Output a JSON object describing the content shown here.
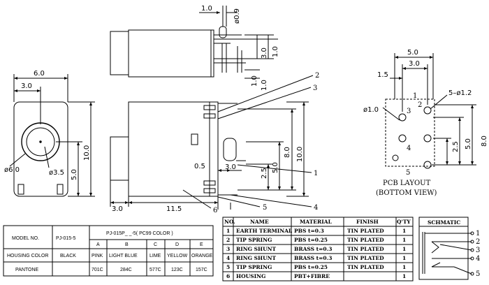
{
  "top_view": {
    "dims": {
      "d1_0": "1.0",
      "phi0_9": "ø0.9",
      "d3_0": "3.0",
      "d1_0b": "1.0",
      "d1_0c": "1.0",
      "d1_0d": "1.0"
    }
  },
  "front_view": {
    "dims": {
      "w6_0": "6.0",
      "d3_0": "3.0",
      "h10_0": "10.0",
      "h5_0": "5.0",
      "phi6_0": "ø6.0",
      "phi3_5": "ø3.5"
    }
  },
  "side_view": {
    "dims": {
      "h10_0": "10.0",
      "h8_0": "8.0",
      "h5_0": "5.0",
      "h2_5": "2.5",
      "d0_5": "0.5",
      "d3_0": "3.0",
      "d3_0b": "3.0",
      "d11_5": "11.5"
    },
    "callouts": [
      "1",
      "2",
      "3",
      "4",
      "5",
      "6"
    ]
  },
  "pcb_layout": {
    "title_line1": "PCB LAYOUT",
    "title_line2": "(BOTTOM VIEW)",
    "dims": {
      "w5_0": "5.0",
      "w3_0": "3.0",
      "w1_5": "1.5",
      "hole_big": "5–ø1.2",
      "hole_small": "ø1.0",
      "v2_5": "2.5",
      "v5_0": "5.0",
      "v8_0": "8.0"
    },
    "pins": [
      "1",
      "2",
      "3",
      "4",
      "5"
    ]
  },
  "color_table": {
    "model_header": "MODEL NO.",
    "model_value": "PJ-015-5",
    "variant_header": "PJ-015P_ _-5( PC99 COLOR )",
    "columns": [
      "A",
      "B",
      "C",
      "D",
      "E"
    ],
    "rows": [
      {
        "label": "HOUSING COLOR",
        "base": "BLACK",
        "values": [
          "PINK",
          "LIGHT BLUE",
          "LIME",
          "YELLOW",
          "ORANGE"
        ]
      },
      {
        "label": "PANTONE",
        "base": "",
        "values": [
          "701C",
          "284C",
          "577C",
          "123C",
          "157C"
        ]
      }
    ]
  },
  "bom_table": {
    "headers": [
      "NO.",
      "NAME",
      "MATERIAL",
      "FINISH",
      "Q'TY"
    ],
    "rows": [
      [
        "1",
        "EARTH TERMINAL",
        "PBS t=0.3",
        "TIN PLATED",
        "1"
      ],
      [
        "2",
        "TIP SPRING",
        "PBS t=0.25",
        "TIN PLATED",
        "1"
      ],
      [
        "3",
        "RING SHUNT",
        "BRASS t=0.3",
        "TIN PLATED",
        "1"
      ],
      [
        "4",
        "RING SHUNT",
        "BRASS t=0.3",
        "TIN PLATED",
        "1"
      ],
      [
        "5",
        "TIP SPRING",
        "PBS t=0.25",
        "TIN PLATED",
        "1"
      ],
      [
        "6",
        "HOUSING",
        "PBT+FIBRE",
        "",
        "1"
      ]
    ]
  },
  "schematic": {
    "title": "SCHMATIC",
    "pins": [
      "1",
      "2",
      "3",
      "4",
      "5"
    ]
  }
}
